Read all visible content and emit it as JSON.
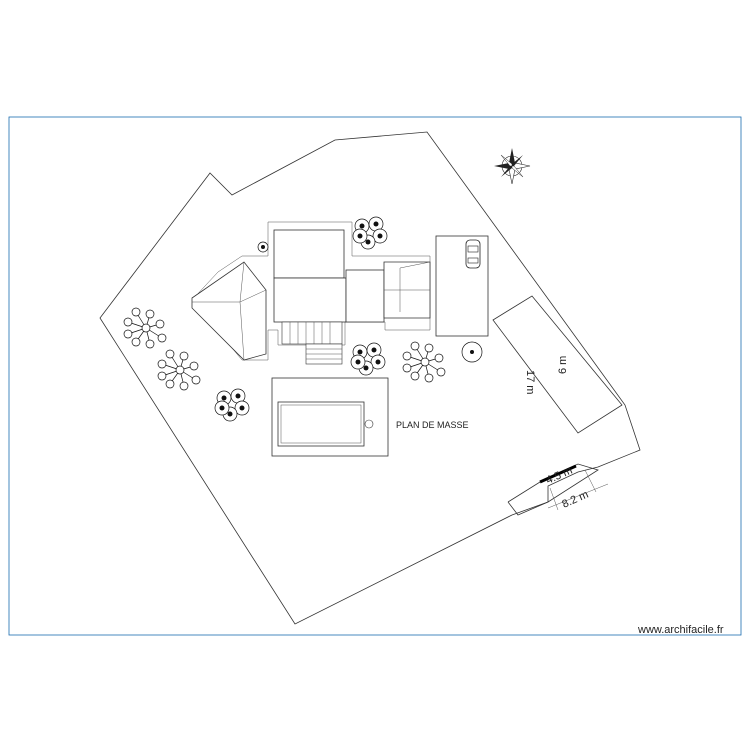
{
  "plan": {
    "title": "PLAN DE MASSE",
    "watermark": "www.archifacile.fr",
    "dimensions": {
      "parking_depth": "17 m",
      "parking_width": "6 m",
      "entrance_width": "4.5 m",
      "entrance_length": "8.2 m"
    },
    "icons": {
      "compass": "compass-rose-icon",
      "car": "car-icon",
      "tree": "tree-icon"
    }
  }
}
